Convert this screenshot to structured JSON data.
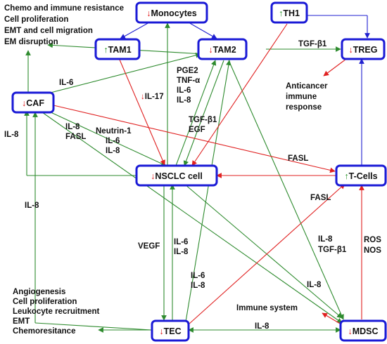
{
  "nodes": {
    "monocytes": {
      "label": "Monocytes",
      "arrow": "↓"
    },
    "th1": {
      "label": "TH1",
      "arrow": "↑"
    },
    "tam1": {
      "label": "TAM1",
      "arrow": "↑"
    },
    "tam2": {
      "label": "TAM2",
      "arrow": "↓"
    },
    "treg": {
      "label": "TREG",
      "arrow": "↓"
    },
    "caf": {
      "label": "CAF",
      "arrow": "↓"
    },
    "nsclc": {
      "label": "NSCLC cell",
      "arrow": "↓"
    },
    "tcells": {
      "label": "T-Cells",
      "arrow": "↑"
    },
    "tec": {
      "label": "TEC",
      "arrow": "↓"
    },
    "mdsc": {
      "label": "MDSC",
      "arrow": "↓"
    }
  },
  "texts": {
    "chemo_block": [
      "Chemo and immune resistance",
      "Cell proliferation",
      "EMT and cell migration",
      "EM disruption"
    ],
    "tgfb1_top": "TGF-β1",
    "anticancer": [
      "Anticancer",
      "immune",
      "response"
    ],
    "il6_caf": "IL-6",
    "il17": "IL-17",
    "pge2_block": [
      "PGE2",
      "TNF-α",
      "IL-6",
      "IL-8"
    ],
    "tgfb1_egf": [
      "TGF-β1",
      "EGF"
    ],
    "il8_fasl": [
      "IL-8",
      "FASL"
    ],
    "neutrin_block": [
      "Neutrin-1",
      "IL-6",
      "IL-8"
    ],
    "il8_left": "IL-8",
    "fasl_right": "FASL",
    "il8_lower_left": "IL-8",
    "fasl_mid": "FASL",
    "vegf": "VEGF",
    "il6_il8_a": [
      "IL-6",
      "IL-8"
    ],
    "il8_tgfb1": [
      "IL-8",
      "TGF-β1"
    ],
    "ros_nos": [
      "ROS",
      "NOS"
    ],
    "il6_il8_b": [
      "IL-6",
      "IL-8"
    ],
    "il8_mid": "IL-8",
    "angio_block": [
      "Angiogenesis",
      "Cell proliferation",
      "Leukocyte recruitment",
      "EMT",
      "Chemoresitance"
    ],
    "immune_system": "Immune system",
    "il8_bottom": "IL-8"
  },
  "colors": {
    "node_border": "#1a1ad6",
    "green": "#2e8b2e",
    "red": "#e02020",
    "blue": "#2020d0"
  }
}
